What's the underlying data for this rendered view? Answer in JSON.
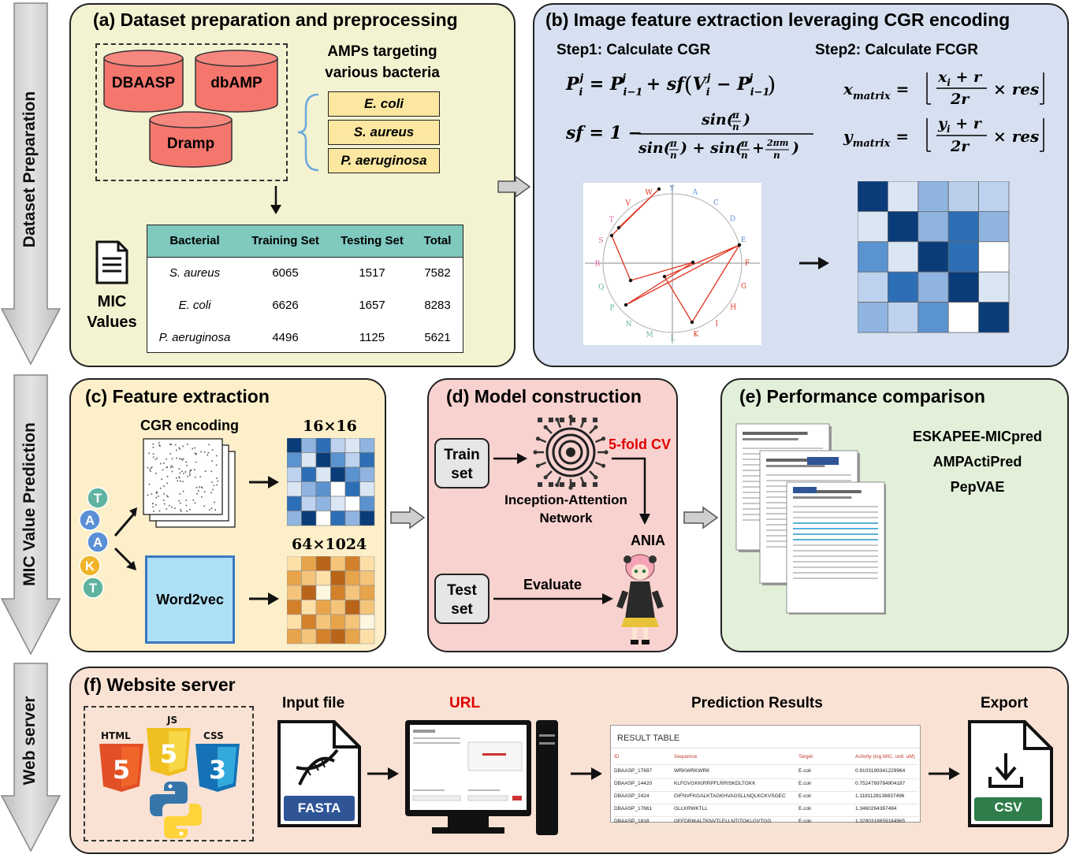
{
  "side_labels": {
    "dataset": "Dataset Preparation",
    "mic": "MIC Value Prediction",
    "web": "Web server"
  },
  "panel_a": {
    "title": "(a) Dataset preparation and preprocessing",
    "databases": [
      "DBAASP",
      "dbAMP",
      "Dramp"
    ],
    "amps_heading_1": "AMPs targeting",
    "amps_heading_2": "various bacteria",
    "bacteria": [
      "E. coli",
      "S. aureus",
      "P. aeruginosa"
    ],
    "mic_label_1": "MIC",
    "mic_label_2": "Values",
    "table": {
      "headers": [
        "Bacterial",
        "Training Set",
        "Testing Set",
        "Total"
      ],
      "rows": [
        [
          "S. aureus",
          "6065",
          "1517",
          "7582"
        ],
        [
          "E. coli",
          "6626",
          "1657",
          "8283"
        ],
        [
          "P. aeruginosa",
          "4496",
          "1125",
          "5621"
        ]
      ]
    }
  },
  "panel_b": {
    "title": "(b) Image feature extraction leveraging CGR encoding",
    "step1": "Step1: Calculate CGR",
    "step2": "Step2: Calculate FCGR",
    "cgr_letters": [
      "W",
      "Y",
      "A",
      "C",
      "D",
      "E",
      "F",
      "G",
      "H",
      "I",
      "K",
      "L",
      "M",
      "N",
      "P",
      "Q",
      "R",
      "S",
      "T",
      "V"
    ]
  },
  "panel_c": {
    "title": "(c) Feature extraction",
    "cgr_label": "CGR encoding",
    "size1": "16×16",
    "size2": "64×1024",
    "word2vec": "Word2vec",
    "sequence_letters": [
      "T",
      "A",
      "A",
      "K",
      "T"
    ]
  },
  "panel_d": {
    "title": "(d) Model construction",
    "train": "Train set",
    "test": "Test set",
    "cv": "5-fold CV",
    "network_1": "Inception-Attention",
    "network_2": "Network",
    "ania": "ANIA",
    "evaluate": "Evaluate"
  },
  "panel_e": {
    "title": "(e) Performance comparison",
    "methods": [
      "ESKAPEE-MICpred",
      "AMPActiPred",
      "PepVAE"
    ]
  },
  "panel_f": {
    "title": "(f) Website server",
    "input_file": "Input file",
    "url": "URL",
    "prediction_results": "Prediction Results",
    "export": "Export",
    "fasta": "FASTA",
    "csv": "CSV",
    "logos": [
      "HTML",
      "JS",
      "CSS"
    ],
    "result_table": {
      "title": "RESULT TABLE",
      "headers": [
        "ID",
        "Sequence",
        "Target",
        "Activity (log MIC, unit: uM)"
      ],
      "rows": [
        [
          "DBAASP_17697",
          "WRKWRKWRK",
          "E.coli",
          "0.9103199341229964"
        ],
        [
          "DBAASP_14420",
          "KLFGVGKKIRRPFLRRISKDLTGKK",
          "E.coli",
          "0.7524769784904187"
        ],
        [
          "DBAASP_2424",
          "GIFNVFKGALKTAGKHVAGSLLNQLKCKVSGEC",
          "E.coli",
          "1.1181128138837496"
        ],
        [
          "DBAASP_17661",
          "GLLKRWKTLL",
          "E.coli",
          "1.3460264387494"
        ],
        [
          "DBAASP_1818",
          "GFFDRIKALTKNVTLELLNTITGKLGVTGG",
          "E.coli",
          "1.3290318659184965"
        ]
      ]
    }
  },
  "colors": {
    "panel_a_bg": "#f3f3d2",
    "panel_b_bg": "#d6e0f0",
    "panel_c_bg": "#fcefc9",
    "panel_d_bg": "#f8d2cf",
    "panel_e_bg": "#e2efd9",
    "panel_f_bg": "#f9e2d4",
    "database_red": "#f4766d",
    "table_header": "#7fc9bf",
    "arrow_red": "#e0321e",
    "cv_red": "#e00000"
  }
}
